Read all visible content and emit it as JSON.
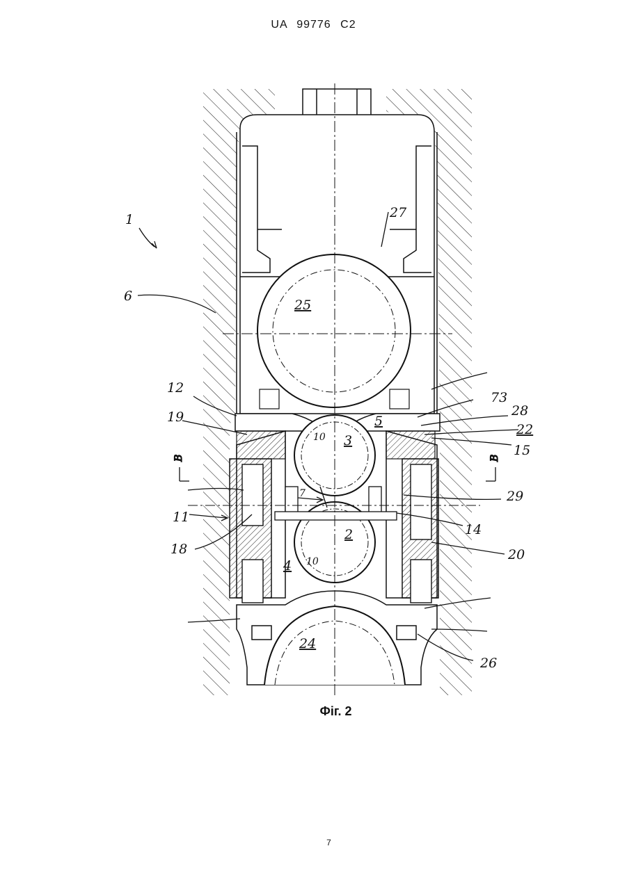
{
  "header": {
    "doc_number": "UA   99776   C2"
  },
  "figure": {
    "caption": "Фіг. 2",
    "section_mark": "B",
    "labels": {
      "l1": "1",
      "l6": "6",
      "l27": "27",
      "l25": "25",
      "l12": "12",
      "l73": "73",
      "l5": "5",
      "l28": "28",
      "l22": "22",
      "l19": "19",
      "l10a": "10",
      "l3": "3",
      "l15": "15",
      "l7": "7",
      "l29": "29",
      "l11": "11",
      "l2": "2",
      "l14": "14",
      "l18": "18",
      "l10b": "10",
      "l20": "20",
      "l4": "4",
      "l24": "24",
      "l26": "26"
    }
  },
  "footer": {
    "page_number": "7"
  }
}
